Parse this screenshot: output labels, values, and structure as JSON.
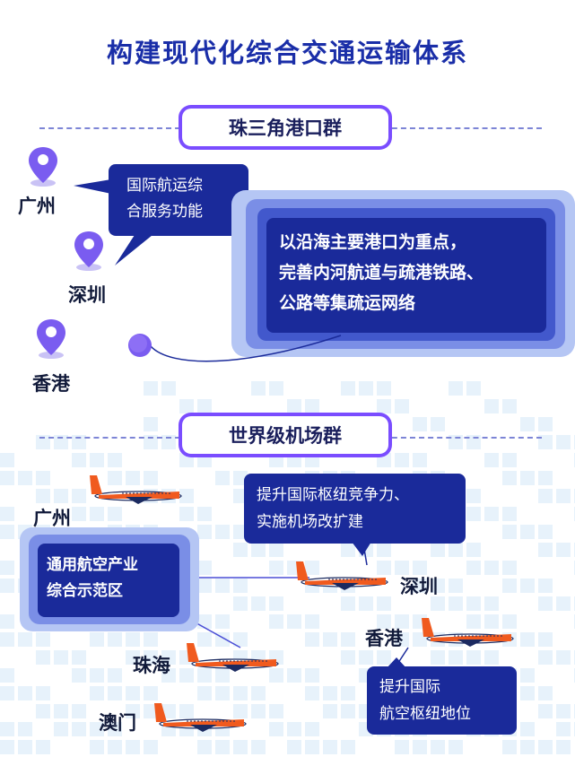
{
  "title": "构建现代化综合交通运输体系",
  "port_section": {
    "label": "珠三角港口群",
    "cities": [
      "广州",
      "深圳",
      "香港"
    ],
    "bubble": "国际航运综合服务功能",
    "bubble_lines": [
      "国际航运综",
      "合服务功能"
    ],
    "highlight_lines": [
      "以沿海主要港口为重点，",
      "完善内河航道与疏港铁路、",
      "公路等集疏运网络"
    ]
  },
  "airport_section": {
    "label": "世界级机场群",
    "cities": {
      "guangzhou": "广州",
      "shenzhen": "深圳",
      "hongkong": "香港",
      "zhuhai": "珠海",
      "macau": "澳门"
    },
    "box_general_aviation": [
      "通用航空产业",
      "综合示范区"
    ],
    "box_shenzhen": [
      "提升国际枢纽竞争力、",
      "实施机场改扩建"
    ],
    "box_hongkong": [
      "提升国际",
      "航空枢纽地位"
    ]
  },
  "colors": {
    "title": "#1a2ea8",
    "navy": "#1a2a9a",
    "purple": "#7a4dff",
    "pin": "#7a5cf0",
    "plane_orange": "#f05a1e",
    "light_blue_bg": "#e7f2fb"
  },
  "icons": [
    "location-pin-icon",
    "airplane-icon"
  ]
}
